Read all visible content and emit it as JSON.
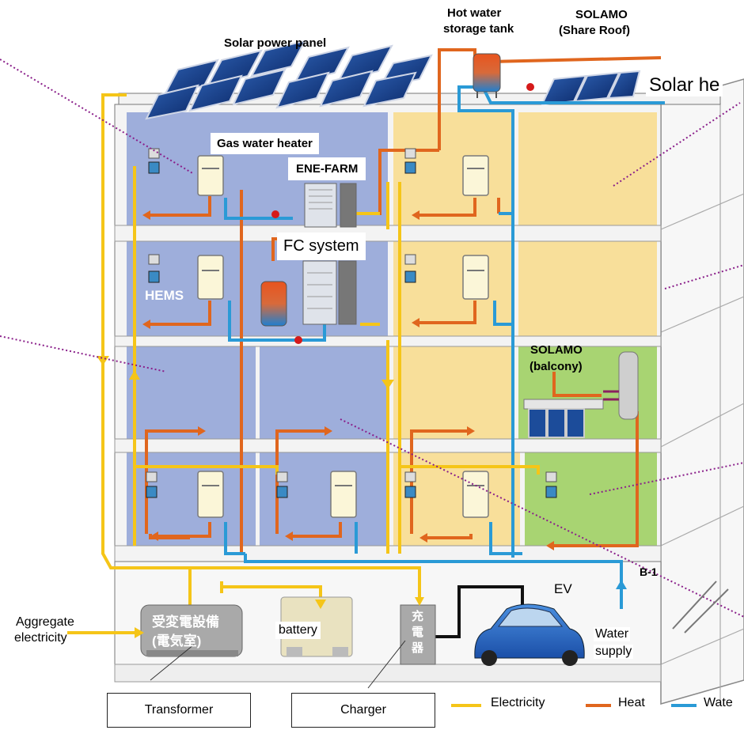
{
  "labels": {
    "solar_power_panel": "Solar power panel",
    "hot_water_tank_1": "Hot water",
    "hot_water_tank_2": "storage tank",
    "solamo_roof_1": "SOLAMO",
    "solamo_roof_2": "(Share Roof)",
    "solar_heat": "Solar he",
    "gas_water_heater": "Gas water heater",
    "ene_farm": "ENE-FARM",
    "fc_system": "FC system",
    "hems": "HEMS",
    "solamo_balcony_1": "SOLAMO",
    "solamo_balcony_2": "(balcony)",
    "b1": "B-1",
    "ev": "EV",
    "aggregate_1": "Aggregate",
    "aggregate_2": "electricity",
    "substation_1": "受変電設備",
    "substation_2": "(電気室)",
    "battery": "battery",
    "charger_kanji": "充\n電\n器",
    "water_supply_1": "Water",
    "water_supply_2": "supply",
    "transformer": "Transformer",
    "charger": "Charger"
  },
  "legend": [
    {
      "label": "Electricity",
      "color": "#f5c518"
    },
    {
      "label": "Heat",
      "color": "#e0661e"
    },
    {
      "label": "Wate",
      "color": "#2a9ad6"
    }
  ],
  "colors": {
    "electricity": "#f5c518",
    "heat": "#e0661e",
    "water": "#2a9ad6",
    "unit_blue": "#9eaedb",
    "unit_yellow": "#f8df9a",
    "unit_green": "#a8d472",
    "leader": "#8a1f8a"
  }
}
